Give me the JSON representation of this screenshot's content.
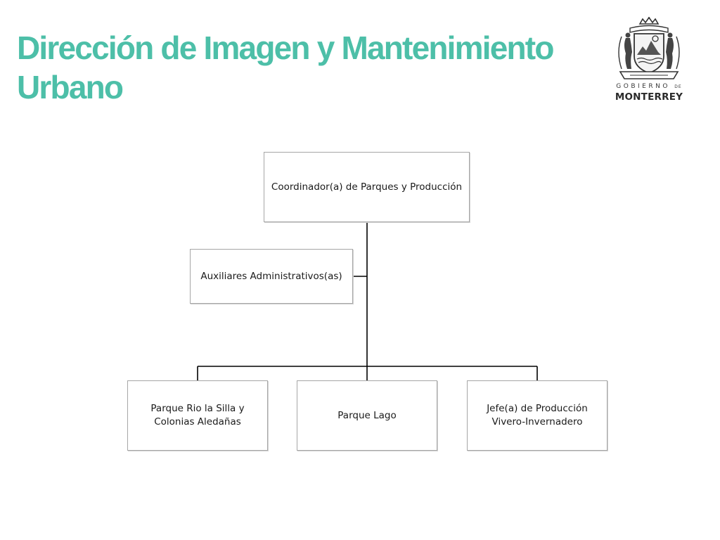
{
  "slide": {
    "title": "Dirección de Imagen y Mantenimiento Urbano"
  },
  "logo": {
    "icon": "monterrey-coat-of-arms-icon",
    "line1": "GOBIERNO",
    "line1_small": "DE",
    "line2": "MONTERREY"
  },
  "org_chart": {
    "root": "Coordinador(a) de Parques y Producción",
    "assistant": "Auxiliares Administrativos(as)",
    "children": [
      "Parque Rio la Silla y Colonias Aledañas",
      "Parque Lago",
      "Jefe(a) de Producción Vivero-Invernadero"
    ]
  },
  "colors": {
    "title": "#4dbfa8",
    "box_border": "#a6a6a6",
    "connector": "#000000"
  }
}
